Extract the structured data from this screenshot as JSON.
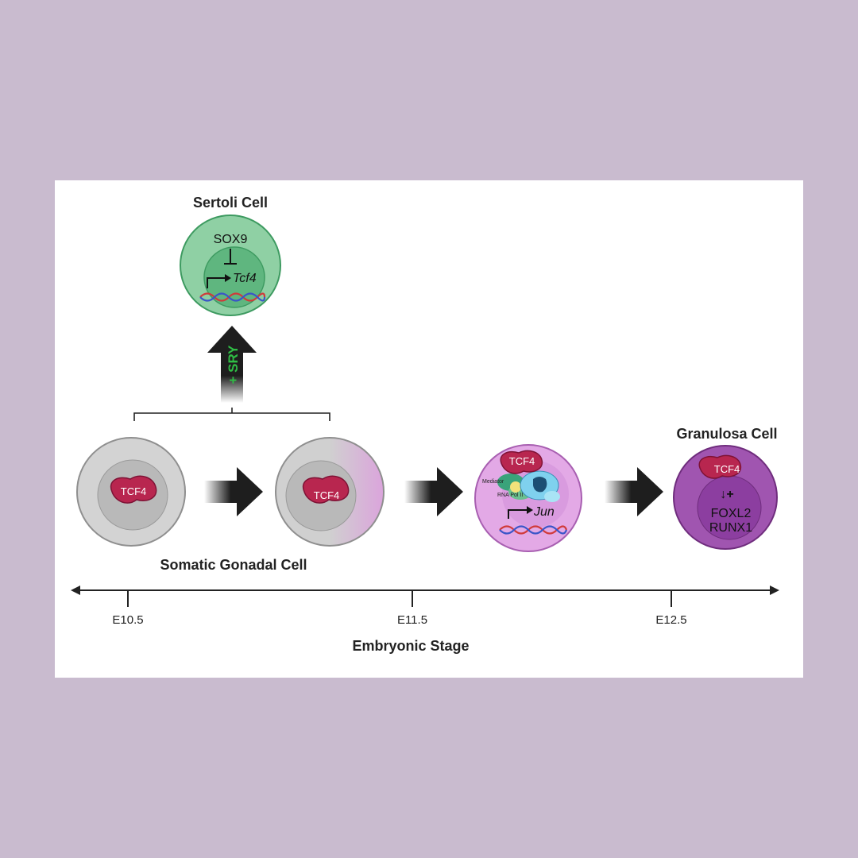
{
  "titles": {
    "sertoli": "Sertoli Cell",
    "granulosa": "Granulosa Cell",
    "somatic": "Somatic Gonadal Cell",
    "axis": "Embryonic Stage"
  },
  "sertoli_cell": {
    "repressor": "SOX9",
    "target_gene": "Tcf4"
  },
  "sry_arrow": {
    "label": "+ SRY"
  },
  "protein": {
    "label": "TCF4"
  },
  "transcription": {
    "mediator": "Mediator",
    "polymerase": "RNA Pol II",
    "target_gene": "Jun"
  },
  "granulosa_cell": {
    "regulation": "↓+",
    "genes": [
      "FOXL2",
      "RUNX1"
    ]
  },
  "timeline": {
    "ticks": [
      "E10.5",
      "E11.5",
      "E12.5"
    ]
  },
  "colors": {
    "background": "#c9bbcf",
    "sertoli_green": "#8fd0a4",
    "tcf4_red": "#b8264f",
    "granulosa_purple": "#a055b0",
    "pink_cell": "#e3a9e6"
  }
}
